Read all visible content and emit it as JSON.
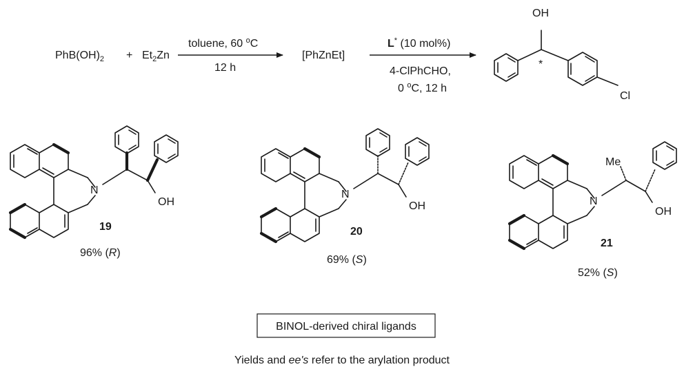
{
  "reaction": {
    "reactant1_main": "PhB(OH)",
    "reactant1_sub": "2",
    "plus": "+",
    "reactant2_pre": "Et",
    "reactant2_sub": "2",
    "reactant2_post": "Zn",
    "step1_top": "toluene, 60 ",
    "step1_top_sup": "o",
    "step1_top_end": "C",
    "step1_bottom": "12 h",
    "intermediate": "[PhZnEt]",
    "step2_ligand": "L",
    "step2_ligand_sup": "*",
    "step2_ligand_rest": " (10 mol%)",
    "step2_line2": "4-ClPhCHO,",
    "step2_line3_pre": "0 ",
    "step2_line3_sup": "o",
    "step2_line3_post": "C, 12 h",
    "product_oh": "OH",
    "product_star": "*",
    "product_cl": "Cl"
  },
  "ligands": [
    {
      "id": "19",
      "n": "N",
      "oh": "OH",
      "result_pre": "96% (",
      "config": "R",
      "result_post": ")"
    },
    {
      "id": "20",
      "n": "N",
      "oh": "OH",
      "result_pre": "69% (",
      "config": "S",
      "result_post": ")"
    },
    {
      "id": "21",
      "n": "N",
      "oh": "OH",
      "me": "Me",
      "result_pre": "52% (",
      "config": "S",
      "result_post": ")"
    }
  ],
  "caption_box": "BINOL-derived chiral ligands",
  "footnote": {
    "pre": "Yields and ",
    "italic": "ee's",
    "post": " refer to the arylation product"
  }
}
